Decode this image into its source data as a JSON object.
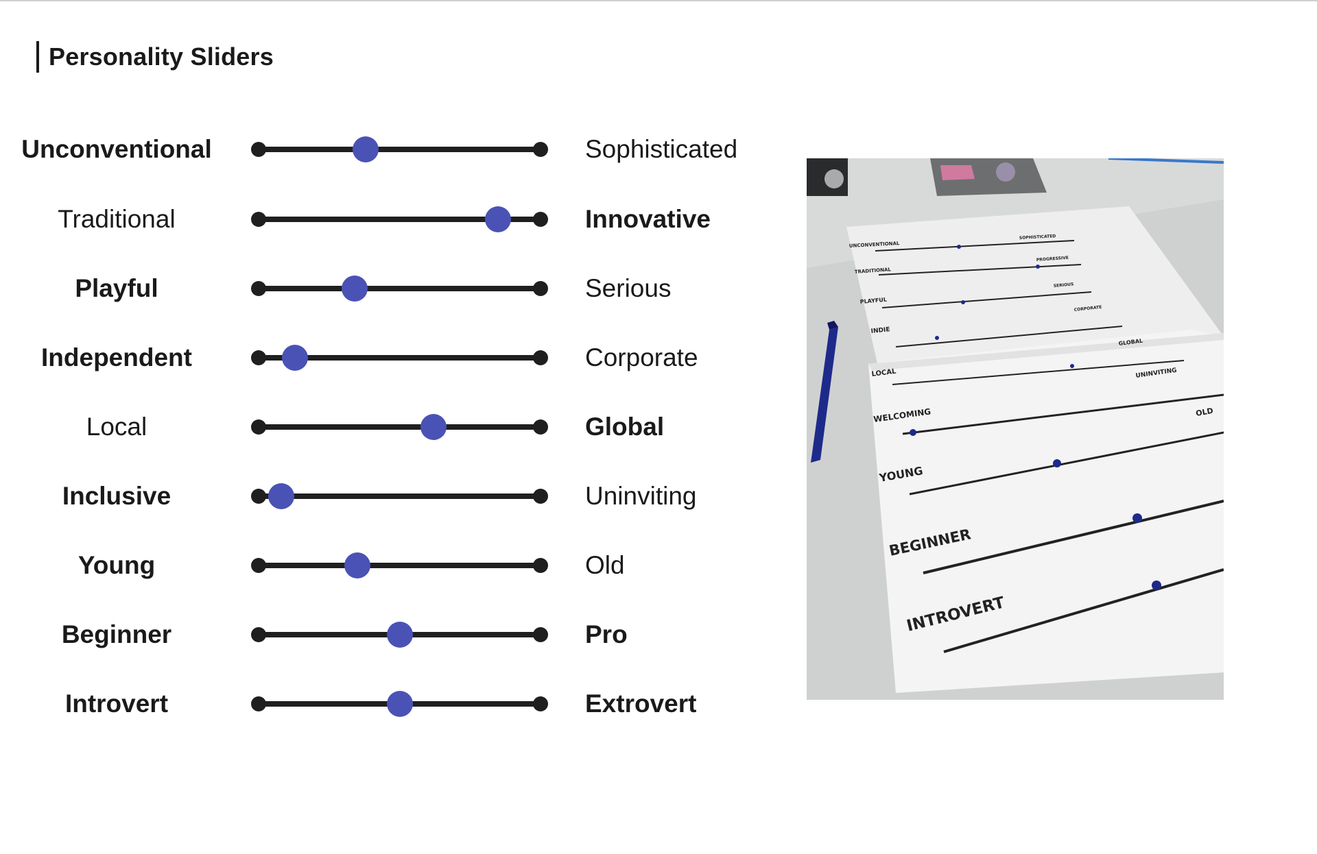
{
  "title": "Personality Sliders",
  "accent_color": "#4a52b5",
  "sliders": [
    {
      "left": "Unconventional",
      "right": "Sophisticated",
      "left_bold": true,
      "right_bold": false,
      "value": 0.38
    },
    {
      "left": "Traditional",
      "right": "Innovative",
      "left_bold": false,
      "right_bold": true,
      "value": 0.85
    },
    {
      "left": "Playful",
      "right": "Serious",
      "left_bold": true,
      "right_bold": false,
      "value": 0.34
    },
    {
      "left": "Independent",
      "right": "Corporate",
      "left_bold": true,
      "right_bold": false,
      "value": 0.13
    },
    {
      "left": "Local",
      "right": "Global",
      "left_bold": false,
      "right_bold": true,
      "value": 0.62
    },
    {
      "left": "Inclusive",
      "right": "Uninviting",
      "left_bold": true,
      "right_bold": false,
      "value": 0.08
    },
    {
      "left": "Young",
      "right": "Old",
      "left_bold": true,
      "right_bold": false,
      "value": 0.35
    },
    {
      "left": "Beginner",
      "right": "Pro",
      "left_bold": true,
      "right_bold": true,
      "value": 0.5
    },
    {
      "left": "Introvert",
      "right": "Extrovert",
      "left_bold": true,
      "right_bold": true,
      "value": 0.5
    }
  ],
  "photo": {
    "sheet_labels": [
      {
        "left": "UNCONVENTIONAL",
        "right": "SOPHISTICATED"
      },
      {
        "left": "TRADITIONAL",
        "right": "PROGRESSIVE"
      },
      {
        "left": "PLAYFUL",
        "right": "SERIOUS"
      },
      {
        "left": "INDIE",
        "right": "CORPORATE"
      },
      {
        "left": "LOCAL",
        "right": "GLOBAL"
      },
      {
        "left": "WELCOMING",
        "right": "UNINVITING"
      },
      {
        "left": "YOUNG",
        "right": "OLD"
      },
      {
        "left": "BEGINNER",
        "right": ""
      },
      {
        "left": "INTROVERT",
        "right": ""
      }
    ]
  }
}
